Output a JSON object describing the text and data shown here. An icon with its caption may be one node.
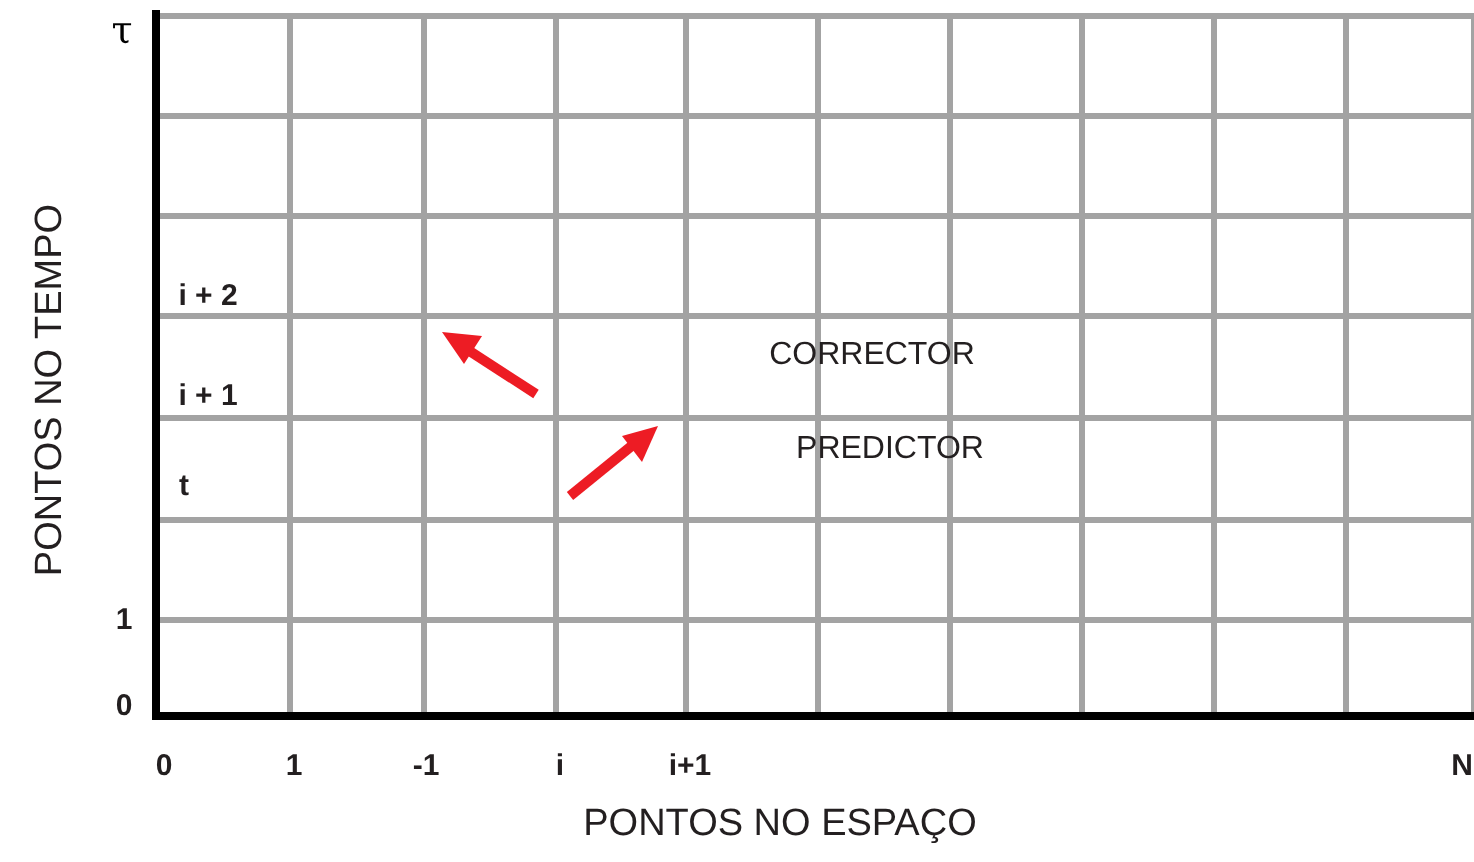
{
  "diagram": {
    "labels": [
      "τ",
      "i + 2",
      "CORRECTOR",
      "i + 1",
      "PREDICTOR",
      "t",
      "1",
      "0",
      "0",
      "1",
      "-1",
      "i",
      "i+1",
      "N",
      "PONTOS NO ESPAÇO",
      "PONTOS NO TEMPO"
    ]
  }
}
